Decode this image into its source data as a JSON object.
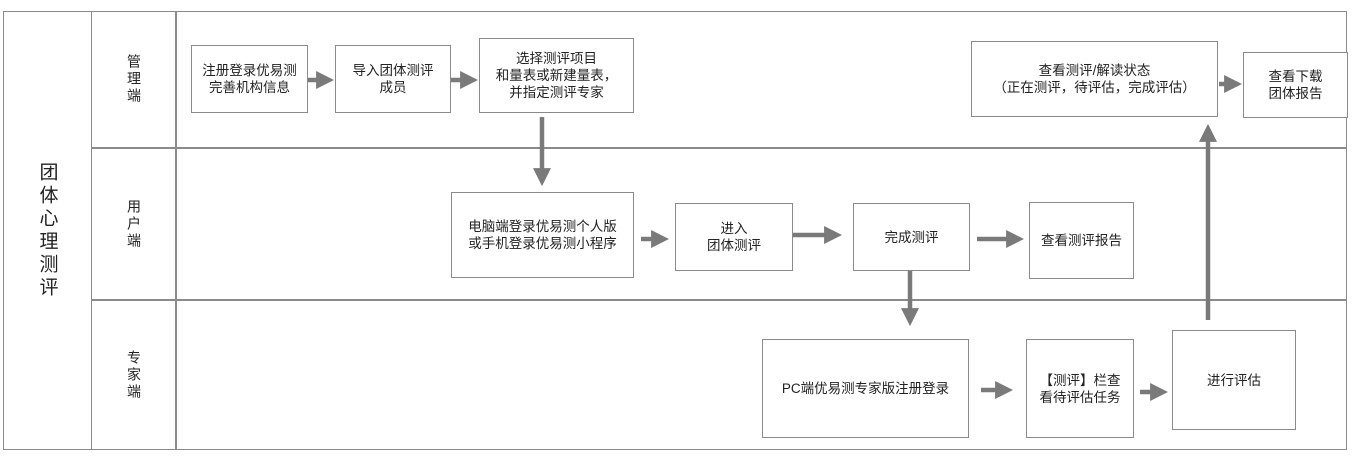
{
  "title": "团体心理测评",
  "lanes": {
    "admin": "管理端",
    "user": "用户端",
    "expert": "专家端"
  },
  "boxes": {
    "admin_register": [
      "注册登录优易测",
      "完善机构信息"
    ],
    "admin_import": [
      "导入团体测评",
      "成员"
    ],
    "admin_select": [
      "选择测评项目",
      "和量表或新建量表，",
      "并指定测评专家"
    ],
    "admin_status": [
      "查看测评/解读状态",
      "（正在测评，待评估，完成评估）"
    ],
    "admin_download": [
      "查看下载",
      "团体报告"
    ],
    "user_login": [
      "电脑端登录优易测个人版",
      "或手机登录优易测小程序"
    ],
    "user_enter": [
      "进入",
      "团体测评"
    ],
    "user_complete": [
      "完成测评"
    ],
    "user_report": [
      "查看测评报告"
    ],
    "expert_register": [
      "PC端优易测专家版注册登录"
    ],
    "expert_tasks": [
      "【测评】栏查",
      "看待评估任务"
    ],
    "expert_evaluate": [
      "进行评估"
    ]
  },
  "colors": {
    "border": "#8a8a8a",
    "arrow": "#7a7a7a"
  }
}
